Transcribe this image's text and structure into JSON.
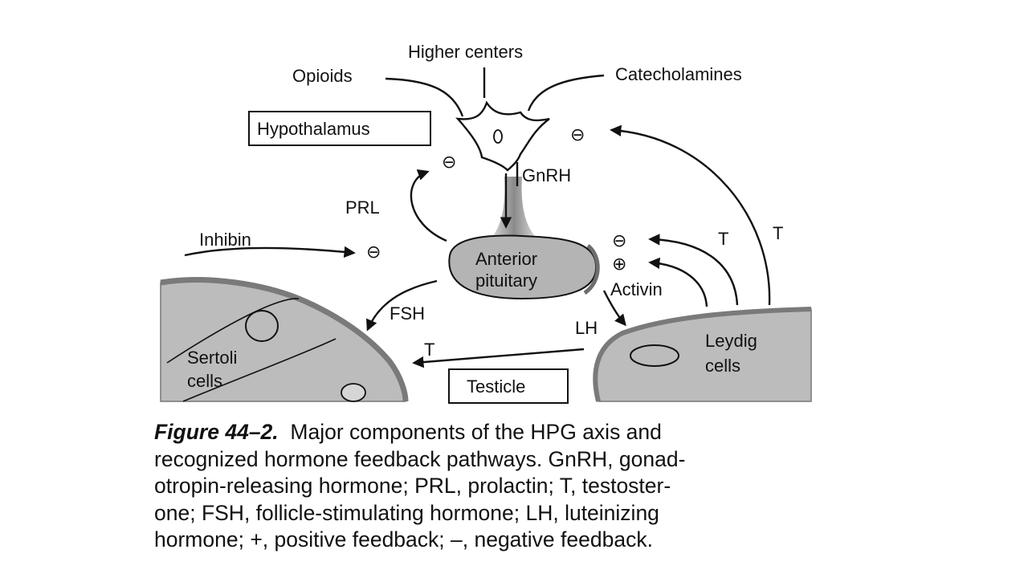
{
  "diagram": {
    "labels": {
      "higher_centers": "Higher centers",
      "opioids": "Opioids",
      "catecholamines": "Catecholamines",
      "hypothalamus": "Hypothalamus",
      "hypothalamus_nucleus": "0",
      "gnrh": "GnRH",
      "prl": "PRL",
      "inhibin": "Inhibin",
      "anterior": "Anterior",
      "pituitary": "pituitary",
      "activin": "Activin",
      "fsh": "FSH",
      "lh": "LH",
      "t_inner": "T",
      "t_outer": "T",
      "t_bottom": "T",
      "sertoli": "Sertoli",
      "sertoli_cells": "cells",
      "leydig": "Leydig",
      "leydig_cells": "cells",
      "testicle": "Testicle",
      "minus": "⊖",
      "plus": "⊕"
    }
  },
  "caption": {
    "figure_label": "Figure 44–2.",
    "lines": [
      "Major components of the HPG axis and",
      "recognized hormone feedback pathways. GnRH, gonad-",
      "otropin-releasing hormone; PRL, prolactin; T, testoster-",
      "one; FSH, follicle-stimulating hormone; LH, luteinizing",
      "hormone; +, positive feedback; –, negative feedback."
    ]
  },
  "colors": {
    "tissue_fill": "#b9b9b9",
    "tissue_dark": "#8f8f8f",
    "ink": "#111111",
    "background": "#ffffff"
  }
}
